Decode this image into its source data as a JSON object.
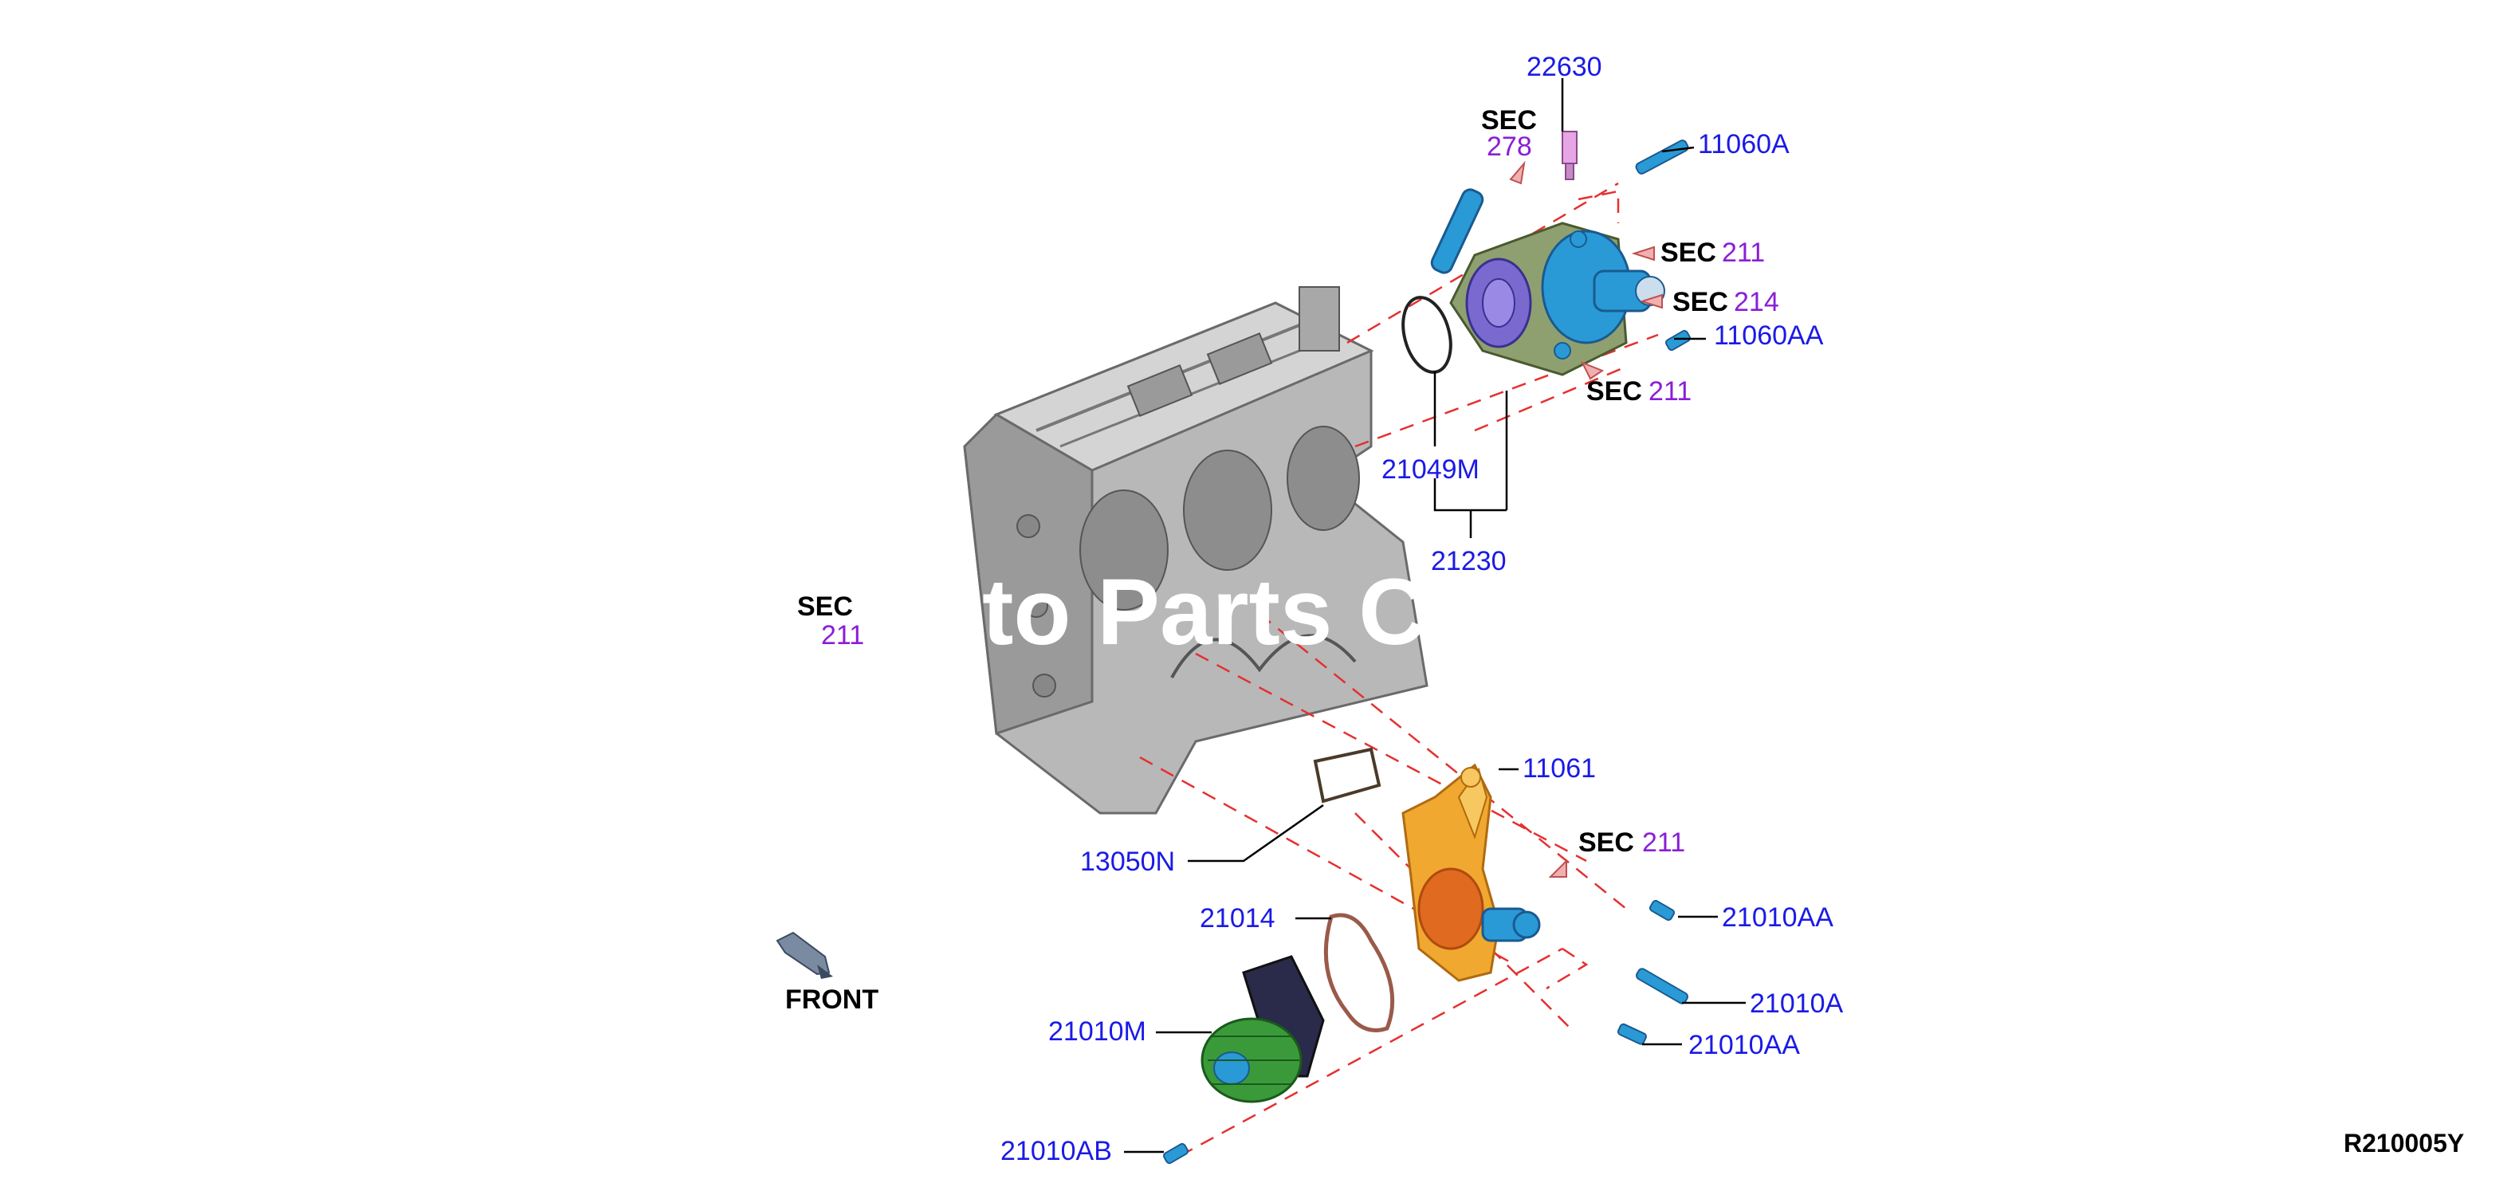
{
  "diagram": {
    "code": "R210005Y",
    "front_label": "FRONT",
    "watermark": "uto Parts Ca",
    "parts": {
      "p22630": "22630",
      "p11060A": "11060A",
      "p11060AA": "11060AA",
      "p21049M": "21049M",
      "p21230": "21230",
      "p11061": "11061",
      "p13050N": "13050N",
      "p21014": "21014",
      "p21010AA_1": "21010AA",
      "p21010A": "21010A",
      "p21010AA_2": "21010AA",
      "p21010M": "21010M",
      "p21010AB": "21010AB"
    },
    "sections": [
      {
        "label": "SEC",
        "num": "278"
      },
      {
        "label": "SEC",
        "num": "211"
      },
      {
        "label": "SEC",
        "num": "214"
      },
      {
        "label": "SEC",
        "num": "211"
      },
      {
        "label": "SEC",
        "num": "211"
      },
      {
        "label": "SEC",
        "num": "211"
      }
    ],
    "colors": {
      "part_number": "#1a1ae6",
      "section_number": "#8a1ed6",
      "guide_line": "#e53030",
      "engine_block": "#b8b8b8",
      "thermostat_housing": "#8fa070",
      "pump_housing": "#f0a830",
      "water_pump": "#3a9a3a",
      "bolt": "#2a9ad6"
    }
  }
}
